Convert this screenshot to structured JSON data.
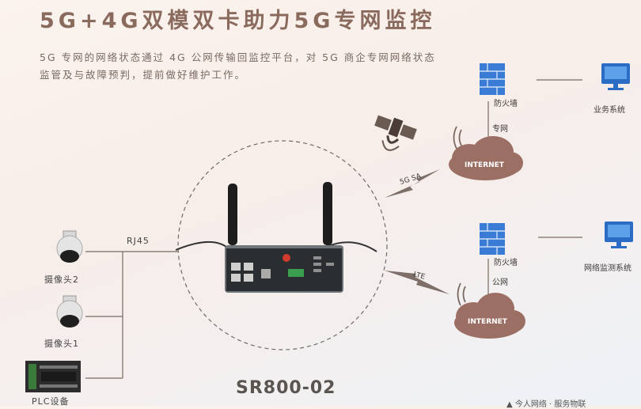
{
  "header": {
    "title": "5G+4G双模双卡助力5G专网监控",
    "subtitle": "5G 专网的网络状态通过 4G 公网传输回监控平台，对 5G 商企专网网络状态监管及与故障预判，提前做好维护工作。"
  },
  "devices": {
    "camera2": "摄像头2",
    "camera1": "摄像头1",
    "plc": "PLC设备",
    "router_model": "SR800-02"
  },
  "links": {
    "rj45": "RJ45",
    "sa5g": "5G SA",
    "lte": "LTE",
    "private_net": "专网",
    "public_net": "公网"
  },
  "network": {
    "firewall_top": "防火墙",
    "firewall_bottom": "防火墙",
    "internet_top": "INTERNET",
    "internet_bottom": "INTERNET",
    "business_system": "业务系统",
    "network_monitor_system": "网络监测系统"
  },
  "footer": {
    "text": "▲ 今人网络 · 服务物联"
  },
  "colors": {
    "brick": "#3a7bd5",
    "cloud": "#9c6f65",
    "link_line": "#7a6a62",
    "title": "#8a6a5c"
  }
}
